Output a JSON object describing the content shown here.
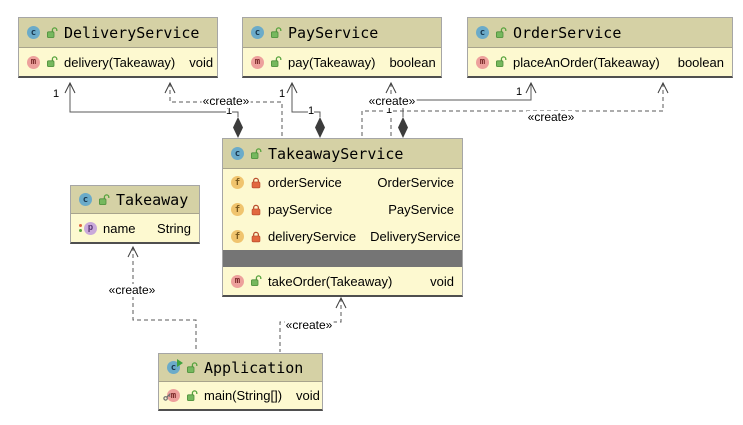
{
  "diagram": {
    "type": "uml-class-diagram",
    "stereotype_create": "«create»",
    "multiplicity_one": "1",
    "icons": {
      "class_letter": "c",
      "method_letter": "m",
      "field_letter": "f",
      "property_letter": "p"
    },
    "colors": {
      "header_bg": "#d5d1a5",
      "body_bg": "#fdf9d0",
      "separator_bar": "#757575",
      "class_icon_bg": "#6babc9",
      "method_icon_bg": "#eda09c",
      "field_icon_bg": "#f0c46e",
      "property_icon_bg": "#c9a9da",
      "public_lock_green": "#57a33e",
      "private_lock_orange": "#e0623e",
      "edge_gray": "#555555"
    },
    "classes": {
      "deliveryService": {
        "title": "DeliveryService",
        "method": {
          "signature": "delivery(Takeaway)",
          "returns": "void"
        }
      },
      "payService": {
        "title": "PayService",
        "method": {
          "signature": "pay(Takeaway)",
          "returns": "boolean"
        }
      },
      "orderService": {
        "title": "OrderService",
        "method": {
          "signature": "placeAnOrder(Takeaway)",
          "returns": "boolean"
        }
      },
      "takeawayService": {
        "title": "TakeawayService",
        "fields": [
          {
            "name": "orderService",
            "type": "OrderService"
          },
          {
            "name": "payService",
            "type": "PayService"
          },
          {
            "name": "deliveryService",
            "type": "DeliveryService"
          }
        ],
        "method": {
          "signature": "takeOrder(Takeaway)",
          "returns": "void"
        }
      },
      "takeaway": {
        "title": "Takeaway",
        "field": {
          "name": "name",
          "type": "String"
        }
      },
      "application": {
        "title": "Application",
        "method": {
          "signature": "main(String[])",
          "returns": "void"
        }
      }
    }
  }
}
